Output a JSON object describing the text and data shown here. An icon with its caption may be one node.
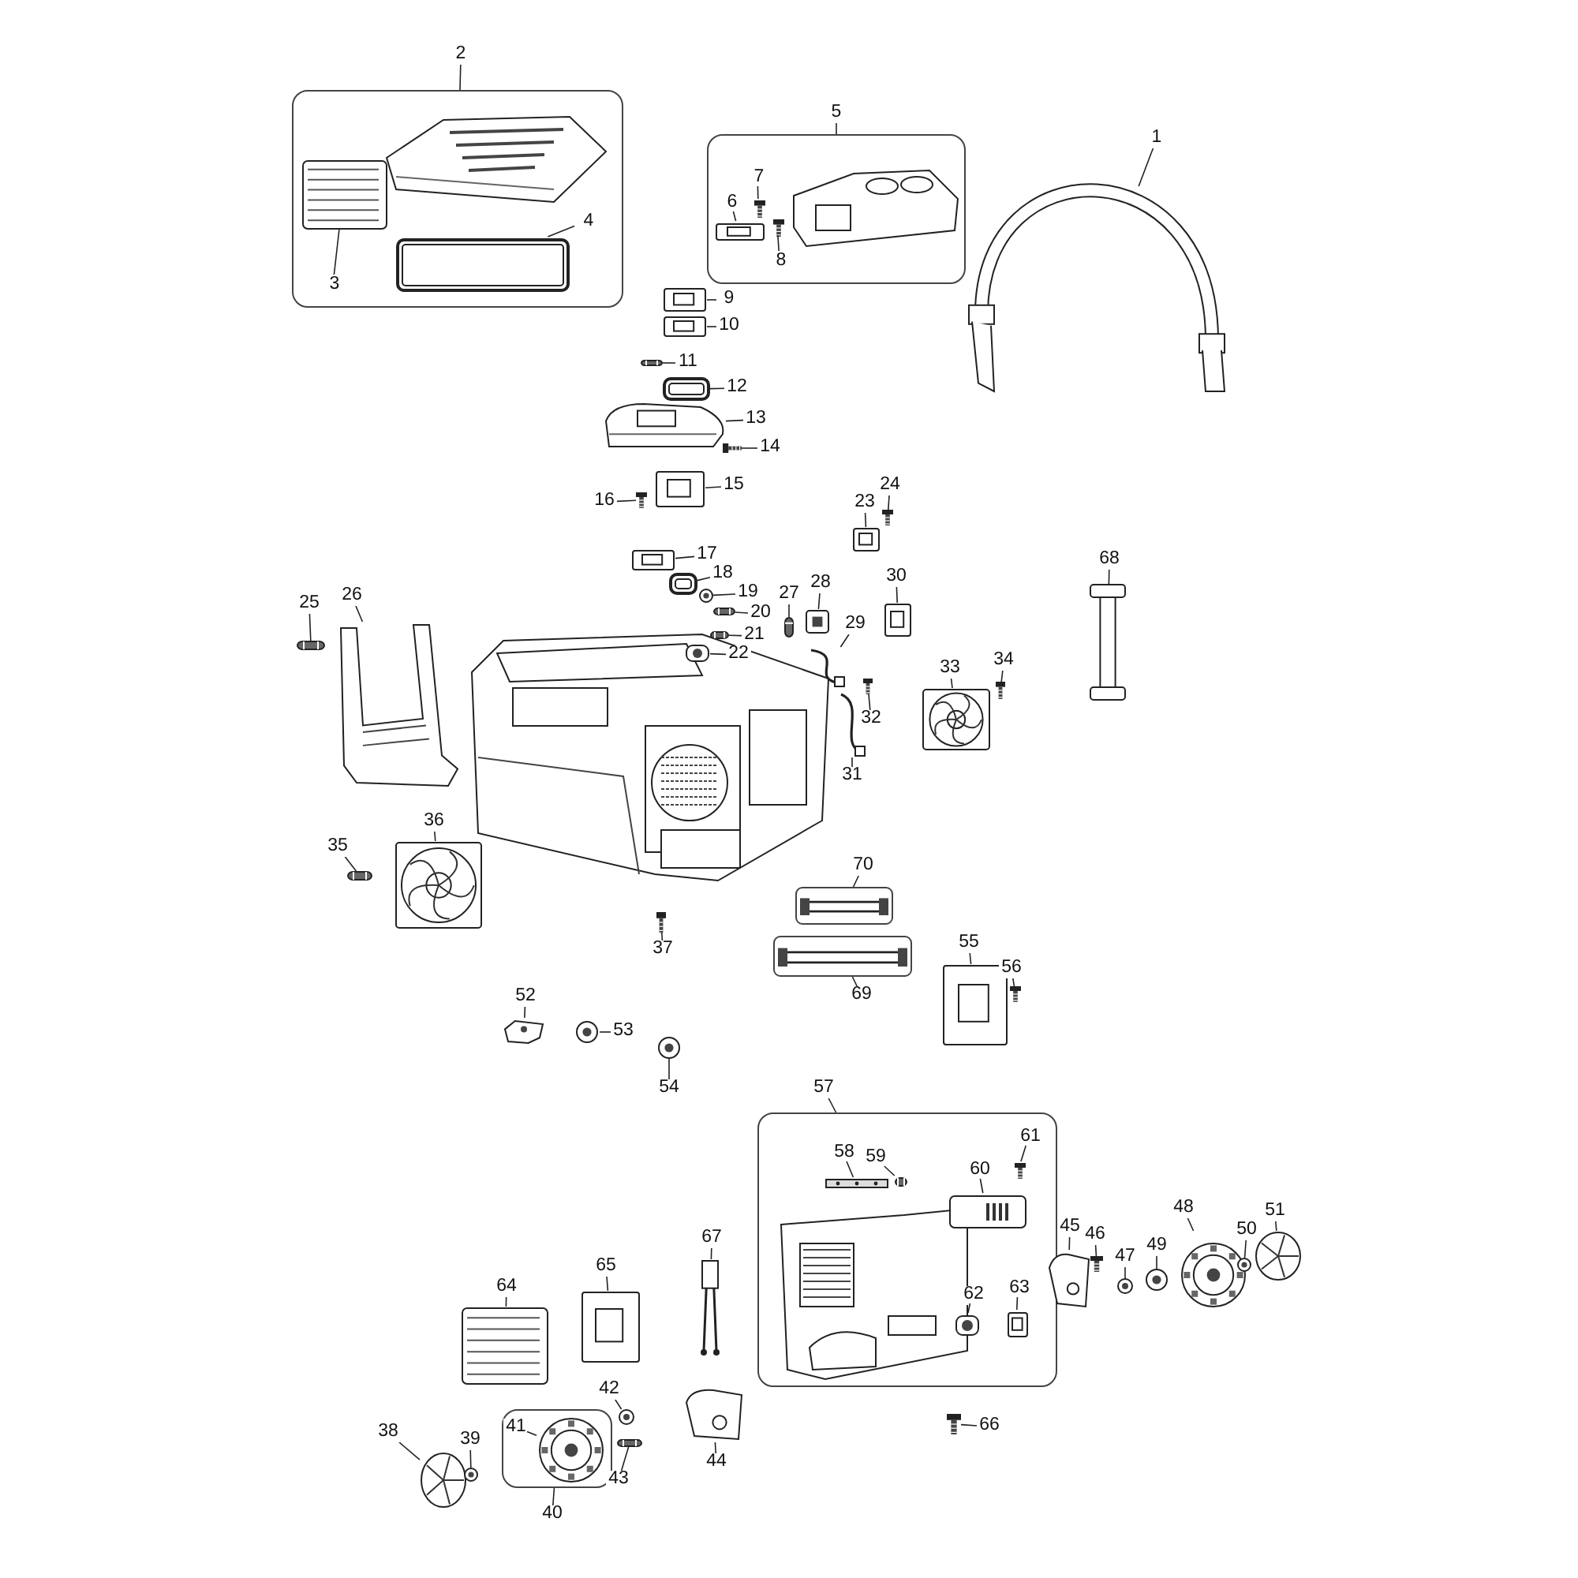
{
  "diagram": {
    "nodes": [
      {
        "text": [
          "1"
        ]
      },
      {
        "text": [],
        "shape": "picture"
      },
      {
        "text": [
          "2"
        ]
      },
      {
        "text": [],
        "shape": "box"
      },
      {
        "text": [
          "3"
        ],
        "in": 3
      },
      {
        "text": [],
        "shape": "picture",
        "in": 3
      },
      {
        "text": [
          "4"
        ],
        "in": 3
      },
      {
        "text": [],
        "shape": "box",
        "in": 3
      },
      {
        "text": [
          "5"
        ]
      },
      {
        "text": [],
        "shape": "box"
      },
      {
        "text": [
          "6"
        ],
        "in": 9
      },
      {
        "text": [],
        "shape": "picture",
        "in": 9
      },
      {
        "text": [
          "7"
        ],
        "in": 9
      },
      {
        "text": [],
        "shape": "picture",
        "in": 9
      },
      {
        "text": [
          "8"
        ],
        "in": 9
      },
      {
        "text": [],
        "shape": "picture",
        "in": 9
      },
      {
        "text": [
          "9"
        ]
      },
      {
        "text": [],
        "shape": "picture"
      },
      {
        "text": [
          "10"
        ]
      },
      {
        "text": [],
        "shape": "picture"
      },
      {
        "text": [
          "11"
        ]
      },
      {
        "text": [],
        "shape": "bar"
      },
      {
        "text": [
          "12"
        ]
      },
      {
        "text": [],
        "shape": "box"
      },
      {
        "text": [
          "13"
        ]
      },
      {
        "text": [],
        "shape": "picture"
      },
      {
        "text": [
          "14"
        ]
      },
      {
        "text": [],
        "shape": "picture"
      },
      {
        "text": [
          "15"
        ]
      },
      {
        "text": [],
        "shape": "picture"
      },
      {
        "text": [
          "16"
        ]
      },
      {
        "text": [],
        "shape": "picture"
      },
      {
        "text": [
          "17"
        ]
      },
      {
        "text": [],
        "shape": "picture"
      },
      {
        "text": [
          "18"
        ]
      },
      {
        "text": [],
        "shape": "box"
      },
      {
        "text": [
          "19"
        ]
      },
      {
        "text": [],
        "shape": "picture"
      },
      {
        "text": [
          "20"
        ]
      },
      {
        "text": [],
        "shape": "bar"
      },
      {
        "text": [
          "21"
        ]
      },
      {
        "text": [],
        "shape": "bar"
      },
      {
        "text": [
          "22"
        ]
      },
      {
        "text": [],
        "shape": "picture"
      },
      {
        "text": [
          "23"
        ]
      },
      {
        "text": [],
        "shape": "picture"
      },
      {
        "text": [
          "24"
        ]
      },
      {
        "text": [],
        "shape": "picture"
      },
      {
        "text": [
          "25"
        ]
      },
      {
        "text": [],
        "shape": "bar"
      },
      {
        "text": [
          "26"
        ]
      },
      {
        "text": [],
        "shape": "picture"
      },
      {
        "text": [
          "27"
        ]
      },
      {
        "text": [],
        "shape": "bar"
      },
      {
        "text": [
          "28"
        ]
      },
      {
        "text": [],
        "shape": "picture"
      },
      {
        "text": [
          "29"
        ]
      },
      {
        "text": [],
        "shape": "picture"
      },
      {
        "text": [
          "30"
        ]
      },
      {
        "text": [],
        "shape": "picture"
      },
      {
        "text": [
          "31"
        ]
      },
      {
        "text": [],
        "shape": "picture"
      },
      {
        "text": [
          "32"
        ]
      },
      {
        "text": [],
        "shape": "picture"
      },
      {
        "text": [
          "33"
        ]
      },
      {
        "text": [],
        "shape": "picture"
      },
      {
        "text": [
          "34"
        ]
      },
      {
        "text": [],
        "shape": "picture"
      },
      {
        "text": [
          "35"
        ]
      },
      {
        "text": [],
        "shape": "bar"
      },
      {
        "text": [
          "36"
        ]
      },
      {
        "text": [],
        "shape": "picture"
      },
      {
        "text": [
          "37"
        ]
      },
      {
        "text": [],
        "shape": "picture"
      },
      {
        "text": [
          "38"
        ]
      },
      {
        "text": [],
        "shape": "picture"
      },
      {
        "text": [
          "39"
        ]
      },
      {
        "text": [],
        "shape": "picture"
      },
      {
        "text": [
          "40"
        ]
      },
      {
        "text": [],
        "shape": "box"
      },
      {
        "text": [
          "41"
        ],
        "in": 79
      },
      {
        "text": [],
        "shape": "picture",
        "in": 79
      },
      {
        "text": [
          "42"
        ]
      },
      {
        "text": [],
        "shape": "picture"
      },
      {
        "text": [
          "43"
        ]
      },
      {
        "text": [],
        "shape": "bar"
      },
      {
        "text": [
          "44"
        ]
      },
      {
        "text": [],
        "shape": "picture"
      },
      {
        "text": [
          "45"
        ]
      },
      {
        "text": [],
        "shape": "picture"
      },
      {
        "text": [
          "46"
        ]
      },
      {
        "text": [],
        "shape": "picture"
      },
      {
        "text": [
          "47"
        ]
      },
      {
        "text": [],
        "shape": "picture"
      },
      {
        "text": [
          "48"
        ]
      },
      {
        "text": [],
        "shape": "picture"
      },
      {
        "text": [
          "49"
        ]
      },
      {
        "text": [],
        "shape": "picture"
      },
      {
        "text": [
          "50"
        ]
      },
      {
        "text": [],
        "shape": "picture"
      },
      {
        "text": [
          "51"
        ]
      },
      {
        "text": [],
        "shape": "picture"
      },
      {
        "text": [
          "52"
        ]
      },
      {
        "text": [],
        "shape": "picture"
      },
      {
        "text": [
          "53"
        ]
      },
      {
        "text": [],
        "shape": "picture"
      },
      {
        "text": [
          "54"
        ]
      },
      {
        "text": [],
        "shape": "picture"
      },
      {
        "text": [
          "55"
        ]
      },
      {
        "text": [],
        "shape": "picture"
      },
      {
        "text": [
          "56"
        ]
      },
      {
        "text": [],
        "shape": "picture"
      },
      {
        "text": [
          "57"
        ]
      },
      {
        "text": [],
        "shape": "box"
      },
      {
        "text": [
          "58"
        ],
        "in": 113
      },
      {
        "text": [],
        "shape": "bar",
        "in": 113
      },
      {
        "text": [
          "59"
        ],
        "in": 113
      },
      {
        "text": [],
        "shape": "bar",
        "in": 113
      },
      {
        "text": [
          "60"
        ],
        "in": 113
      },
      {
        "text": [],
        "shape": "picture",
        "in": 113
      },
      {
        "text": [
          "61"
        ],
        "in": 113
      },
      {
        "text": [],
        "shape": "picture",
        "in": 113
      },
      {
        "text": [
          "62"
        ],
        "in": 113
      },
      {
        "text": [],
        "shape": "picture",
        "in": 113
      },
      {
        "text": [
          "63"
        ],
        "in": 113
      },
      {
        "text": [],
        "shape": "picture",
        "in": 113
      },
      {
        "text": [
          "64"
        ]
      },
      {
        "text": [],
        "shape": "picture"
      },
      {
        "text": [
          "65"
        ]
      },
      {
        "text": [],
        "shape": "picture"
      },
      {
        "text": [
          "66"
        ]
      },
      {
        "text": [],
        "shape": "picture"
      },
      {
        "text": [
          "67"
        ]
      },
      {
        "text": [],
        "shape": "picture"
      },
      {
        "text": [
          "68"
        ]
      },
      {
        "text": [],
        "shape": "picture"
      },
      {
        "text": [
          "69"
        ]
      },
      {
        "text": [],
        "shape": "picture"
      },
      {
        "text": [
          "70"
        ]
      },
      {
        "text": [],
        "shape": "picture"
      }
    ],
    "edges": [
      {
        "from": 0,
        "to": 1,
        "arrow": "none"
      },
      {
        "from": 2,
        "to": 3,
        "arrow": "none"
      },
      {
        "from": 4,
        "to": 5,
        "arrow": "none"
      },
      {
        "from": 6,
        "to": 7,
        "arrow": "none"
      },
      {
        "from": 8,
        "to": 9,
        "arrow": "none"
      },
      {
        "from": 10,
        "to": 11,
        "arrow": "none"
      },
      {
        "from": 12,
        "to": 13,
        "arrow": "none"
      },
      {
        "from": 14,
        "to": 15,
        "arrow": "none"
      },
      {
        "from": 16,
        "to": 17,
        "arrow": "none"
      },
      {
        "from": 18,
        "to": 19,
        "arrow": "none"
      },
      {
        "from": 20,
        "to": 21,
        "arrow": "none"
      },
      {
        "from": 22,
        "to": 23,
        "arrow": "none"
      },
      {
        "from": 24,
        "to": 25,
        "arrow": "none"
      },
      {
        "from": 26,
        "to": 27,
        "arrow": "none"
      },
      {
        "from": 28,
        "to": 29,
        "arrow": "none"
      },
      {
        "from": 30,
        "to": 31,
        "arrow": "none"
      },
      {
        "from": 32,
        "to": 33,
        "arrow": "none"
      },
      {
        "from": 34,
        "to": 35,
        "arrow": "none"
      },
      {
        "from": 36,
        "to": 37,
        "arrow": "none"
      },
      {
        "from": 38,
        "to": 39,
        "arrow": "none"
      },
      {
        "from": 40,
        "to": 41,
        "arrow": "none"
      },
      {
        "from": 42,
        "to": 43,
        "arrow": "none"
      },
      {
        "from": 44,
        "to": 45,
        "arrow": "none"
      },
      {
        "from": 46,
        "to": 47,
        "arrow": "none"
      },
      {
        "from": 48,
        "to": 49,
        "arrow": "none"
      },
      {
        "from": 50,
        "to": 51,
        "arrow": "none"
      },
      {
        "from": 52,
        "to": 53,
        "arrow": "none"
      },
      {
        "from": 54,
        "to": 55,
        "arrow": "none"
      },
      {
        "from": 56,
        "to": 57,
        "arrow": "none"
      },
      {
        "from": 58,
        "to": 59,
        "arrow": "none"
      },
      {
        "from": 60,
        "to": 61,
        "arrow": "none"
      },
      {
        "from": 62,
        "to": 63,
        "arrow": "none"
      },
      {
        "from": 64,
        "to": 65,
        "arrow": "none"
      },
      {
        "from": 66,
        "to": 67,
        "arrow": "none"
      },
      {
        "from": 68,
        "to": 69,
        "arrow": "none"
      },
      {
        "from": 70,
        "to": 71,
        "arrow": "none"
      },
      {
        "from": 72,
        "to": 73,
        "arrow": "none"
      },
      {
        "from": 74,
        "to": 75,
        "arrow": "none"
      },
      {
        "from": 76,
        "to": 77,
        "arrow": "none"
      },
      {
        "from": 78,
        "to": 79,
        "arrow": "none"
      },
      {
        "from": 80,
        "to": 81,
        "arrow": "none"
      },
      {
        "from": 82,
        "to": 83,
        "arrow": "none"
      },
      {
        "from": 84,
        "to": 85,
        "arrow": "none"
      },
      {
        "from": 86,
        "to": 87,
        "arrow": "none"
      },
      {
        "from": 88,
        "to": 89,
        "arrow": "none"
      },
      {
        "from": 90,
        "to": 91,
        "arrow": "none"
      },
      {
        "from": 92,
        "to": 93,
        "arrow": "none"
      },
      {
        "from": 94,
        "to": 95,
        "arrow": "none"
      },
      {
        "from": 96,
        "to": 97,
        "arrow": "none"
      },
      {
        "from": 98,
        "to": 99,
        "arrow": "none"
      },
      {
        "from": 100,
        "to": 101,
        "arrow": "none"
      },
      {
        "from": 102,
        "to": 103,
        "arrow": "none"
      },
      {
        "from": 104,
        "to": 105,
        "arrow": "none"
      },
      {
        "from": 106,
        "to": 107,
        "arrow": "none"
      },
      {
        "from": 108,
        "to": 109,
        "arrow": "none"
      },
      {
        "from": 110,
        "to": 111,
        "arrow": "none"
      },
      {
        "from": 112,
        "to": 113,
        "arrow": "none"
      },
      {
        "from": 114,
        "to": 115,
        "arrow": "none"
      },
      {
        "from": 116,
        "to": 117,
        "arrow": "none"
      },
      {
        "from": 118,
        "to": 119,
        "arrow": "none"
      },
      {
        "from": 120,
        "to": 121,
        "arrow": "none"
      },
      {
        "from": 122,
        "to": 123,
        "arrow": "none"
      },
      {
        "from": 124,
        "to": 125,
        "arrow": "none"
      },
      {
        "from": 126,
        "to": 127,
        "arrow": "none"
      },
      {
        "from": 128,
        "to": 129,
        "arrow": "none"
      },
      {
        "from": 130,
        "to": 131,
        "arrow": "none"
      },
      {
        "from": 132,
        "to": 133,
        "arrow": "none"
      },
      {
        "from": 134,
        "to": 135,
        "arrow": "none"
      },
      {
        "from": 136,
        "to": 137,
        "arrow": "none"
      },
      {
        "from": 138,
        "to": 139,
        "arrow": "none"
      }
    ]
  }
}
